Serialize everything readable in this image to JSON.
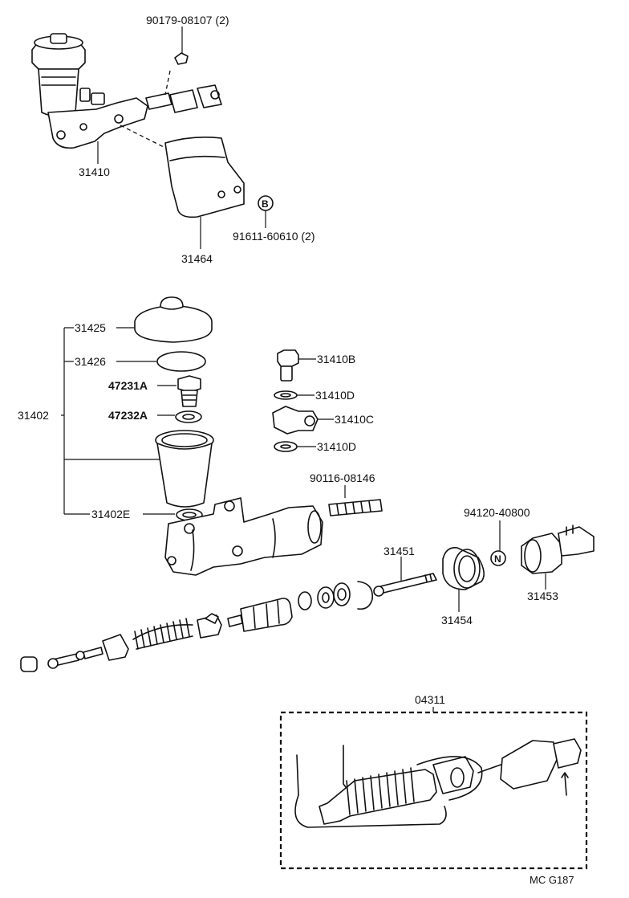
{
  "diagram": {
    "labels": {
      "bolt_90179": "90179-08107 (2)",
      "cylinder_31410": "31410",
      "bracket_31464": "31464",
      "callout_B": "B",
      "bolt_91611": "91611-60610 (2)",
      "cap_31425": "31425",
      "gasket_31426": "31426",
      "bolt_47231A": "47231A",
      "gasket_47232A": "47232A",
      "group_31402": "31402",
      "grommet_31402E": "31402E",
      "bolt_31410B": "31410B",
      "gasket_31410D_a": "31410D",
      "union_31410C": "31410C",
      "gasket_31410D_b": "31410D",
      "stud_90116": "90116-08146",
      "nut_94120": "94120-40800",
      "callout_N": "N",
      "pushrod_31451": "31451",
      "boot_31454": "31454",
      "clevis_31453": "31453",
      "kit_04311": "04311",
      "drawing_code": "MC  G187"
    }
  }
}
